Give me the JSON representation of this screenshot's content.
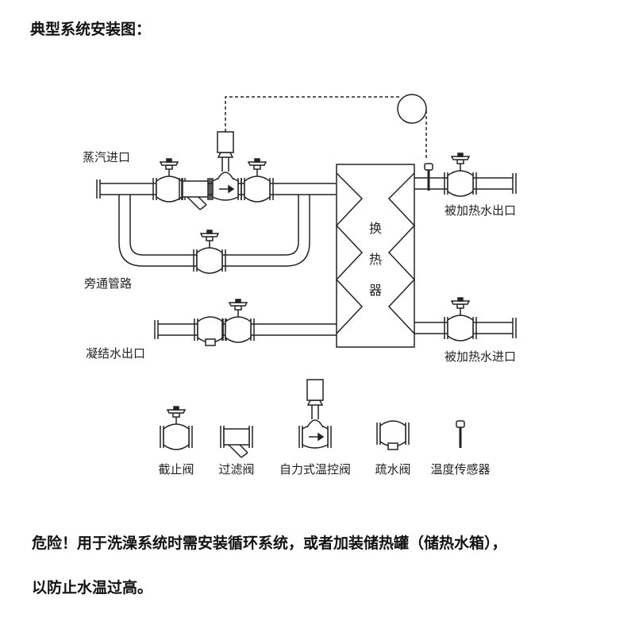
{
  "heading": "典型系统安装图：",
  "labels": {
    "steam_inlet": "蒸汽进口",
    "bypass": "旁通管路",
    "condensate_outlet": "凝结水出口",
    "heated_water_outlet": "被加热水出口",
    "heated_water_inlet": "被加热水进口",
    "exchanger_1": "换",
    "exchanger_2": "热",
    "exchanger_3": "器"
  },
  "legend": [
    {
      "label": "截止阀",
      "icon": "globe-valve-icon"
    },
    {
      "label": "过滤阀",
      "icon": "strainer-icon"
    },
    {
      "label": "自力式温控阀",
      "icon": "self-operated-temperature-valve-icon"
    },
    {
      "label": "疏水阀",
      "icon": "steam-trap-icon"
    },
    {
      "label": "温度传感器",
      "icon": "temperature-sensor-icon"
    }
  ],
  "warning": {
    "line1": "危险！用于洗澡系统时需安装循环系统，或者加装储热罐（储热水箱），",
    "line2": "以防止水温过高。"
  }
}
